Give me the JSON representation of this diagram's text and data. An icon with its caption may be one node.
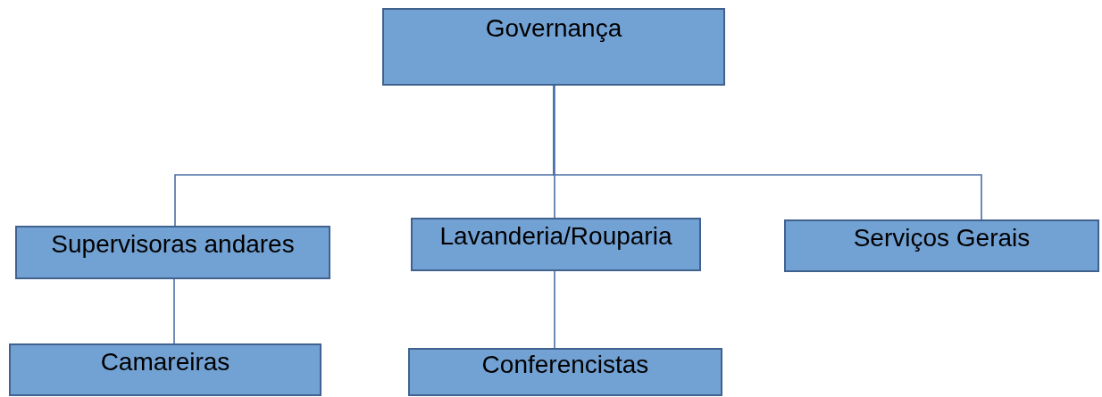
{
  "diagram": {
    "nodes": [
      {
        "text": [
          "Governança"
        ]
      },
      {
        "text": [
          "Supervisoras andares"
        ]
      },
      {
        "text": [
          "Lavanderia/Rouparia"
        ]
      },
      {
        "text": [
          "Serviços Gerais"
        ]
      },
      {
        "text": [
          "Camareiras"
        ]
      },
      {
        "text": [
          "Conferencistas"
        ]
      }
    ],
    "edges": [
      {
        "from": 0,
        "to": 1,
        "arrow": "none"
      },
      {
        "from": 0,
        "to": 2,
        "arrow": "none"
      },
      {
        "from": 0,
        "to": 3,
        "arrow": "none"
      },
      {
        "from": 1,
        "to": 4,
        "arrow": "none"
      },
      {
        "from": 2,
        "to": 5,
        "arrow": "none"
      }
    ]
  }
}
